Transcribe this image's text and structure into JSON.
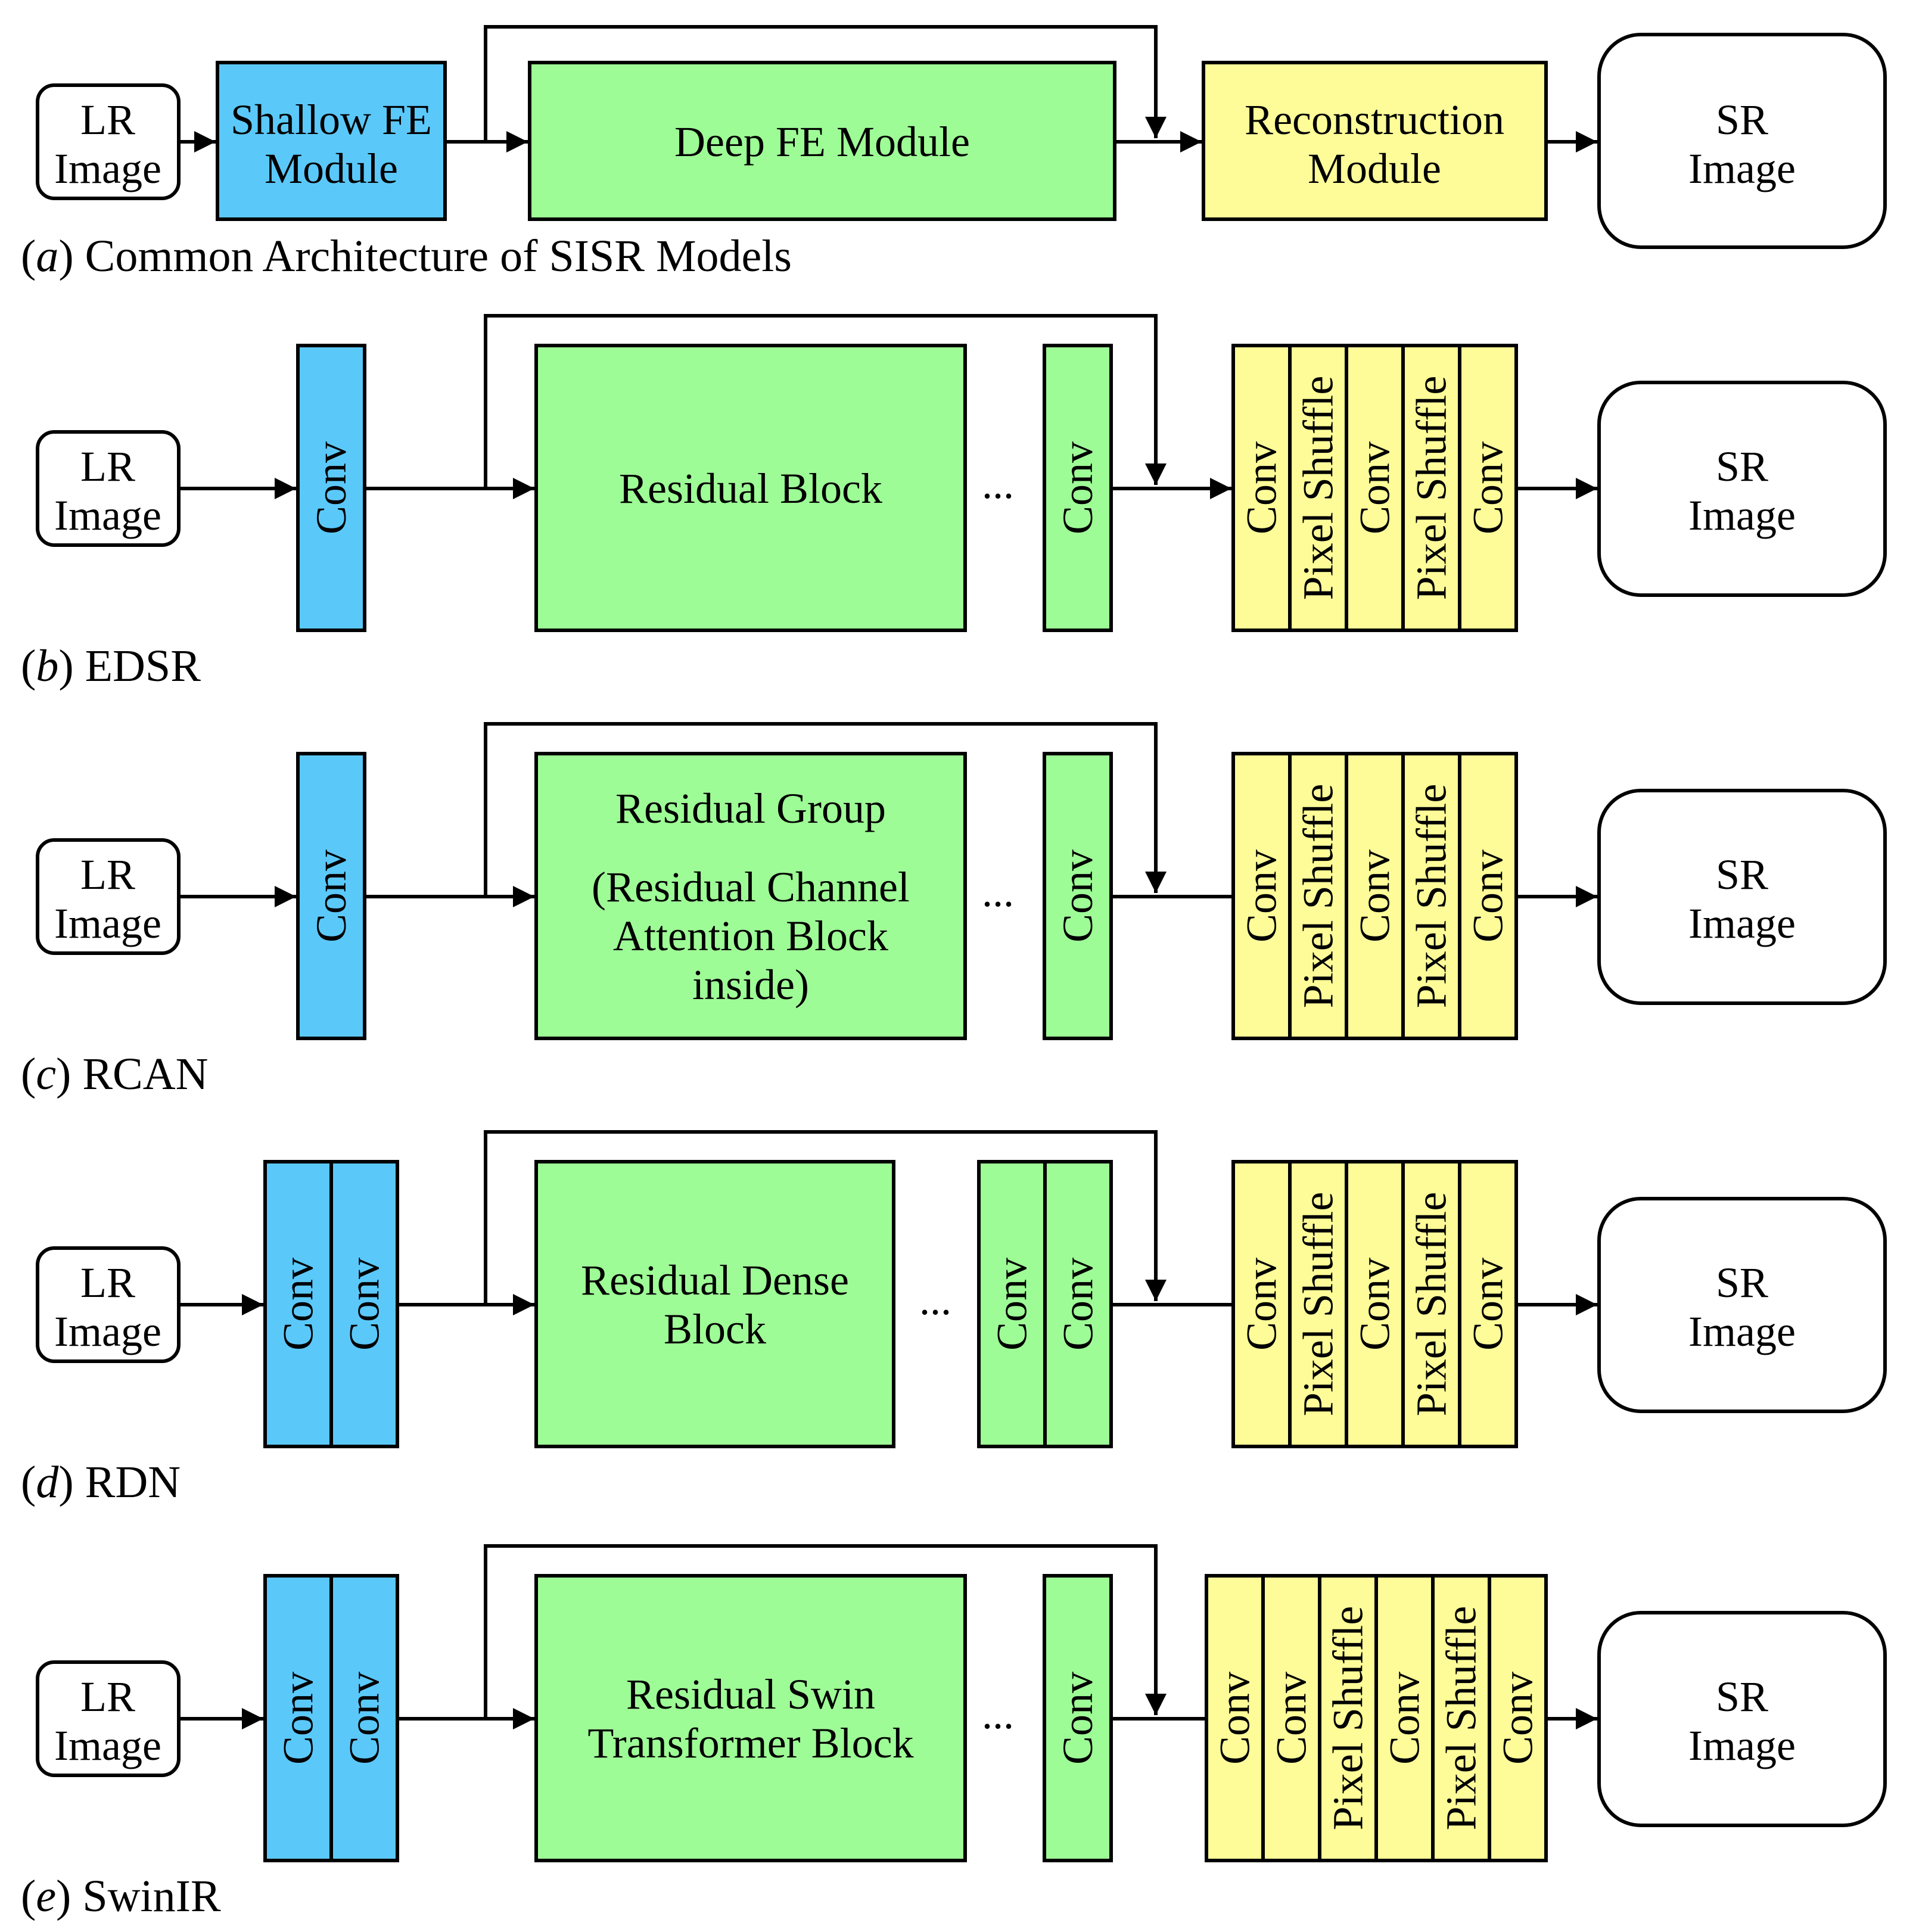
{
  "colors": {
    "shallow": "#5bc8fa",
    "deep": "#9efc96",
    "recon": "#fdfc98"
  },
  "rows": [
    {
      "caption_letter": "a",
      "caption_text": "Common Architecture of SISR Models",
      "input_label": [
        "LR",
        "Image"
      ],
      "output_label": [
        "SR",
        "Image"
      ],
      "shallow": [
        "Shallow FE",
        "Module"
      ],
      "deep_main": [
        "Deep FE Module"
      ],
      "recon": [
        "Reconstruction",
        "Module"
      ]
    },
    {
      "caption_letter": "b",
      "caption_text": "EDSR",
      "input_label": [
        "LR",
        "Image"
      ],
      "output_label": [
        "SR",
        "Image"
      ],
      "shallow": [
        "Conv"
      ],
      "deep_main": [
        "Residual Block"
      ],
      "ellipsis": "...",
      "deep_tail": [
        "Conv"
      ],
      "recon": [
        "Conv",
        "Pixel Shuffle",
        "Conv",
        "Pixel Shuffle",
        "Conv"
      ]
    },
    {
      "caption_letter": "c",
      "caption_text": "RCAN",
      "input_label": [
        "LR",
        "Image"
      ],
      "output_label": [
        "SR",
        "Image"
      ],
      "shallow": [
        "Conv"
      ],
      "deep_main": [
        "Residual Group",
        "(Residual Channel",
        "Attention Block",
        "inside)"
      ],
      "ellipsis": "...",
      "deep_tail": [
        "Conv"
      ],
      "recon": [
        "Conv",
        "Pixel Shuffle",
        "Conv",
        "Pixel Shuffle",
        "Conv"
      ]
    },
    {
      "caption_letter": "d",
      "caption_text": "RDN",
      "input_label": [
        "LR",
        "Image"
      ],
      "output_label": [
        "SR",
        "Image"
      ],
      "shallow": [
        "Conv",
        "Conv"
      ],
      "deep_main": [
        "Residual Dense",
        "Block"
      ],
      "ellipsis": "...",
      "deep_tail": [
        "Conv",
        "Conv"
      ],
      "recon": [
        "Conv",
        "Pixel Shuffle",
        "Conv",
        "Pixel Shuffle",
        "Conv"
      ]
    },
    {
      "caption_letter": "e",
      "caption_text": "SwinIR",
      "input_label": [
        "LR",
        "Image"
      ],
      "output_label": [
        "SR",
        "Image"
      ],
      "shallow": [
        "Conv",
        "Conv"
      ],
      "deep_main": [
        "Residual Swin",
        "Transformer Block"
      ],
      "ellipsis": "...",
      "deep_tail": [
        "Conv"
      ],
      "recon": [
        "Conv",
        "Conv",
        "Pixel Shuffle",
        "Conv",
        "Pixel Shuffle",
        "Conv"
      ]
    }
  ]
}
